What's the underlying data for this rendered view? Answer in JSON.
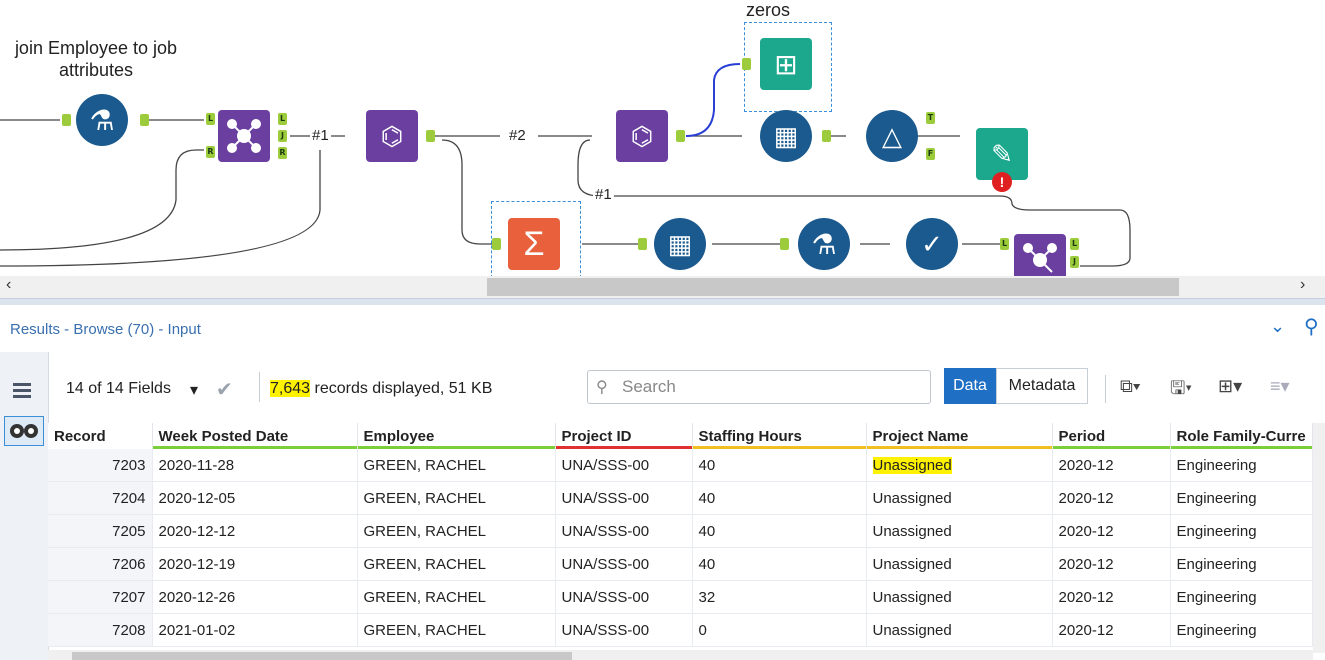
{
  "canvas": {
    "labels": {
      "zeros": "zeros",
      "join_label": "join Employee to job attributes",
      "conn1": "#1",
      "conn2": "#2",
      "conn3": "#1"
    },
    "anchors": {
      "L": "L",
      "R": "R",
      "J": "J",
      "T": "T",
      "F": "F"
    },
    "scroll_left": "‹",
    "scroll_right": "›"
  },
  "results": {
    "title": "Results - Browse (70) - Input",
    "fields_label": "14 of 14 Fields",
    "dropdown_glyph": "▾",
    "records_count": "7,643",
    "records_suffix": " records displayed, 51 KB",
    "search_placeholder": "Search",
    "data_btn": "Data",
    "metadata_btn": "Metadata",
    "chevron": "⌄",
    "pin": "⚲"
  },
  "table": {
    "headers": [
      "Record",
      "Week Posted Date",
      "Employee",
      "Project ID",
      "Staffing Hours",
      "Project Name",
      "Period",
      "Role Family-Curre"
    ],
    "rows": [
      [
        "7203",
        "2020-11-28",
        "GREEN, RACHEL",
        "UNA/SSS-00",
        "40",
        "Unassigned",
        "2020-12",
        "Engineering"
      ],
      [
        "7204",
        "2020-12-05",
        "GREEN, RACHEL",
        "UNA/SSS-00",
        "40",
        "Unassigned",
        "2020-12",
        "Engineering"
      ],
      [
        "7205",
        "2020-12-12",
        "GREEN, RACHEL",
        "UNA/SSS-00",
        "40",
        "Unassigned",
        "2020-12",
        "Engineering"
      ],
      [
        "7206",
        "2020-12-19",
        "GREEN, RACHEL",
        "UNA/SSS-00",
        "40",
        "Unassigned",
        "2020-12",
        "Engineering"
      ],
      [
        "7207",
        "2020-12-26",
        "GREEN, RACHEL",
        "UNA/SSS-00",
        "32",
        "Unassigned",
        "2020-12",
        "Engineering"
      ],
      [
        "7208",
        "2021-01-02",
        "GREEN, RACHEL",
        "UNA/SSS-00",
        "0",
        "Unassigned",
        "2020-12",
        "Engineering"
      ]
    ]
  },
  "colors": {
    "highlight": "#fff200",
    "accent": "#1f6fc5",
    "project_id_bar": "#e03030",
    "green_bar": "#7ccf3c",
    "yellow_bar": "#f0c020"
  }
}
